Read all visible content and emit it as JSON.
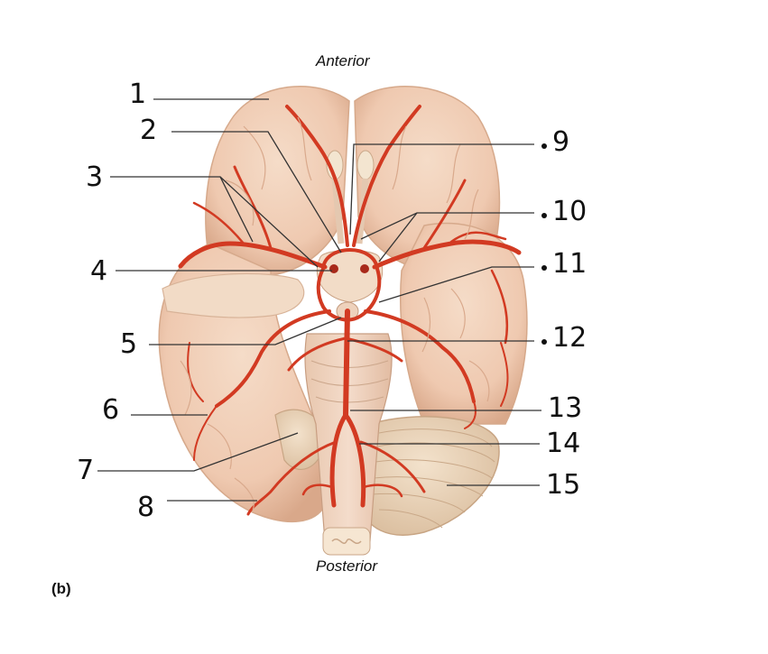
{
  "orientation": {
    "top": "Anterior",
    "bottom": "Posterior"
  },
  "panel_label": "(b)",
  "colors": {
    "artery": "#d23a22",
    "artery_dark": "#a8291a",
    "tissue": "#f1d1bb",
    "tissue_shadow": "#dcae91",
    "cerebellum": "#ead3b8",
    "leader": "#333333"
  },
  "callouts": [
    {
      "id": "1",
      "label": "1",
      "side": "left",
      "dot": false
    },
    {
      "id": "2",
      "label": "2",
      "side": "left",
      "dot": false
    },
    {
      "id": "3",
      "label": "3",
      "side": "left",
      "dot": false
    },
    {
      "id": "4",
      "label": "4",
      "side": "left",
      "dot": false
    },
    {
      "id": "5",
      "label": "5",
      "side": "left",
      "dot": false
    },
    {
      "id": "6",
      "label": "6",
      "side": "left",
      "dot": false
    },
    {
      "id": "7",
      "label": "7",
      "side": "left",
      "dot": false
    },
    {
      "id": "8",
      "label": "8",
      "side": "left",
      "dot": false
    },
    {
      "id": "9",
      "label": "9",
      "side": "right",
      "dot": true
    },
    {
      "id": "10",
      "label": "10",
      "side": "right",
      "dot": true
    },
    {
      "id": "11",
      "label": "11",
      "side": "right",
      "dot": true
    },
    {
      "id": "12",
      "label": "12",
      "side": "right",
      "dot": true
    },
    {
      "id": "13",
      "label": "13",
      "side": "right",
      "dot": false
    },
    {
      "id": "14",
      "label": "14",
      "side": "right",
      "dot": false
    },
    {
      "id": "15",
      "label": "15",
      "side": "right",
      "dot": false
    }
  ]
}
